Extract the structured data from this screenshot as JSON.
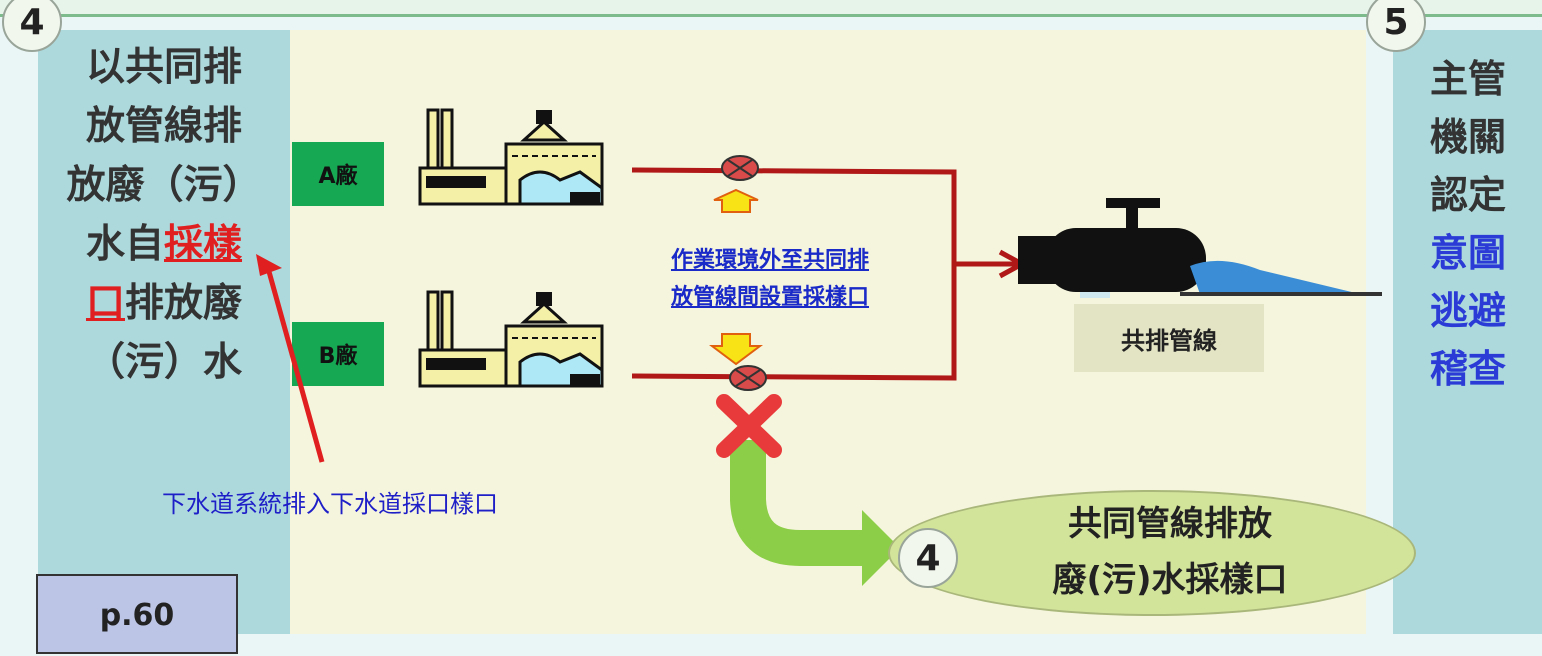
{
  "left_panel": {
    "badge": "4",
    "line1": "以共同排",
    "line2": "放管線排",
    "line3": "放廢（污）",
    "line4_pre": "水自",
    "line4_red": "採樣",
    "line5_red": "口",
    "line5_post": "排放廢",
    "line6": "（污）水"
  },
  "right_panel": {
    "badge": "5",
    "line1": "主管",
    "line2": "機關",
    "line3": "認定",
    "line4": "意圖",
    "line5": "逃避",
    "line6": "稽查"
  },
  "plants": {
    "a_label": "A廠",
    "b_label": "B廠"
  },
  "center_label": {
    "line1": "作業環境外至共同排",
    "line2": "放管線間設置採樣口"
  },
  "pipe_label": "共排管線",
  "sewer_note": "下水道系統排入下水道採口樣口",
  "ellipse": {
    "badge": "4",
    "line1": "共同管線排放",
    "line2": "廢(污)水採樣口"
  },
  "page_ref": "p.60",
  "colors": {
    "accent_red": "#e02020",
    "accent_blue": "#2a3bd6",
    "plant_green": "#16a853",
    "pipe_red": "#b01818"
  }
}
